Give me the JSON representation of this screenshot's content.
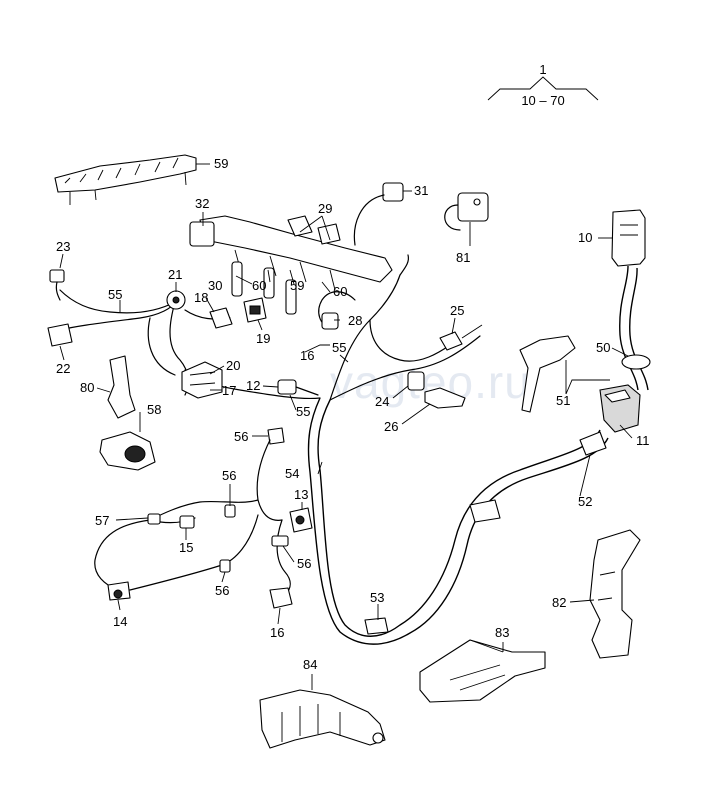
{
  "watermark": "vagteo.ru",
  "header": {
    "group_number": "1",
    "range": "10 – 70"
  },
  "callouts": [
    {
      "id": "c59a",
      "text": "59"
    },
    {
      "id": "c31",
      "text": "31"
    },
    {
      "id": "c32",
      "text": "32"
    },
    {
      "id": "c29",
      "text": "29"
    },
    {
      "id": "c81",
      "text": "81"
    },
    {
      "id": "c10",
      "text": "10"
    },
    {
      "id": "c23",
      "text": "23"
    },
    {
      "id": "c21",
      "text": "21"
    },
    {
      "id": "c30",
      "text": "30"
    },
    {
      "id": "c60a",
      "text": "60"
    },
    {
      "id": "c59b",
      "text": "59"
    },
    {
      "id": "c60b",
      "text": "60"
    },
    {
      "id": "c55a",
      "text": "55"
    },
    {
      "id": "c18",
      "text": "18"
    },
    {
      "id": "c28",
      "text": "28"
    },
    {
      "id": "c25",
      "text": "25"
    },
    {
      "id": "c19",
      "text": "19"
    },
    {
      "id": "c22",
      "text": "22"
    },
    {
      "id": "c16a",
      "text": "16"
    },
    {
      "id": "c55b",
      "text": "55"
    },
    {
      "id": "c50",
      "text": "50"
    },
    {
      "id": "c20",
      "text": "20"
    },
    {
      "id": "c80",
      "text": "80"
    },
    {
      "id": "c17",
      "text": "17"
    },
    {
      "id": "c12",
      "text": "12"
    },
    {
      "id": "c24",
      "text": "24"
    },
    {
      "id": "c51",
      "text": "51"
    },
    {
      "id": "c58",
      "text": "58"
    },
    {
      "id": "c55c",
      "text": "55"
    },
    {
      "id": "c26",
      "text": "26"
    },
    {
      "id": "c11",
      "text": "11"
    },
    {
      "id": "c56a",
      "text": "56"
    },
    {
      "id": "c54",
      "text": "54"
    },
    {
      "id": "c56b",
      "text": "56"
    },
    {
      "id": "c13",
      "text": "13"
    },
    {
      "id": "c52",
      "text": "52"
    },
    {
      "id": "c57",
      "text": "57"
    },
    {
      "id": "c15",
      "text": "15"
    },
    {
      "id": "c56c",
      "text": "56"
    },
    {
      "id": "c56d",
      "text": "56"
    },
    {
      "id": "c82",
      "text": "82"
    },
    {
      "id": "c53",
      "text": "53"
    },
    {
      "id": "c14",
      "text": "14"
    },
    {
      "id": "c83",
      "text": "83"
    },
    {
      "id": "c16b",
      "text": "16"
    },
    {
      "id": "c84",
      "text": "84"
    }
  ]
}
